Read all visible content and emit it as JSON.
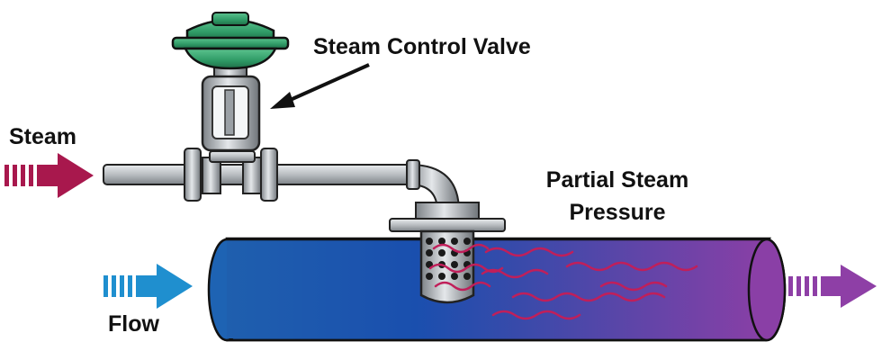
{
  "labels": {
    "steam_control_valve": "Steam Control Valve",
    "steam": "Steam",
    "partial_steam_pressure": [
      "Partial Steam",
      "Pressure"
    ],
    "flow": "Flow"
  },
  "colors": {
    "steam_arrow": "#a8184d",
    "flow_arrow": "#1f8fcf",
    "outlet_arrow": "#8e3fa6",
    "process_pipe_start": "#1f5fae",
    "process_pipe_end": "#8a3fa6",
    "actuator": "#2f9a66",
    "steam_wisps": "#c01f5a",
    "steel": "#b9bdc1"
  },
  "icons": {
    "steam_arrow": "striped-arrow-right",
    "flow_arrow": "striped-arrow-right",
    "outlet_arrow": "striped-arrow-right"
  }
}
